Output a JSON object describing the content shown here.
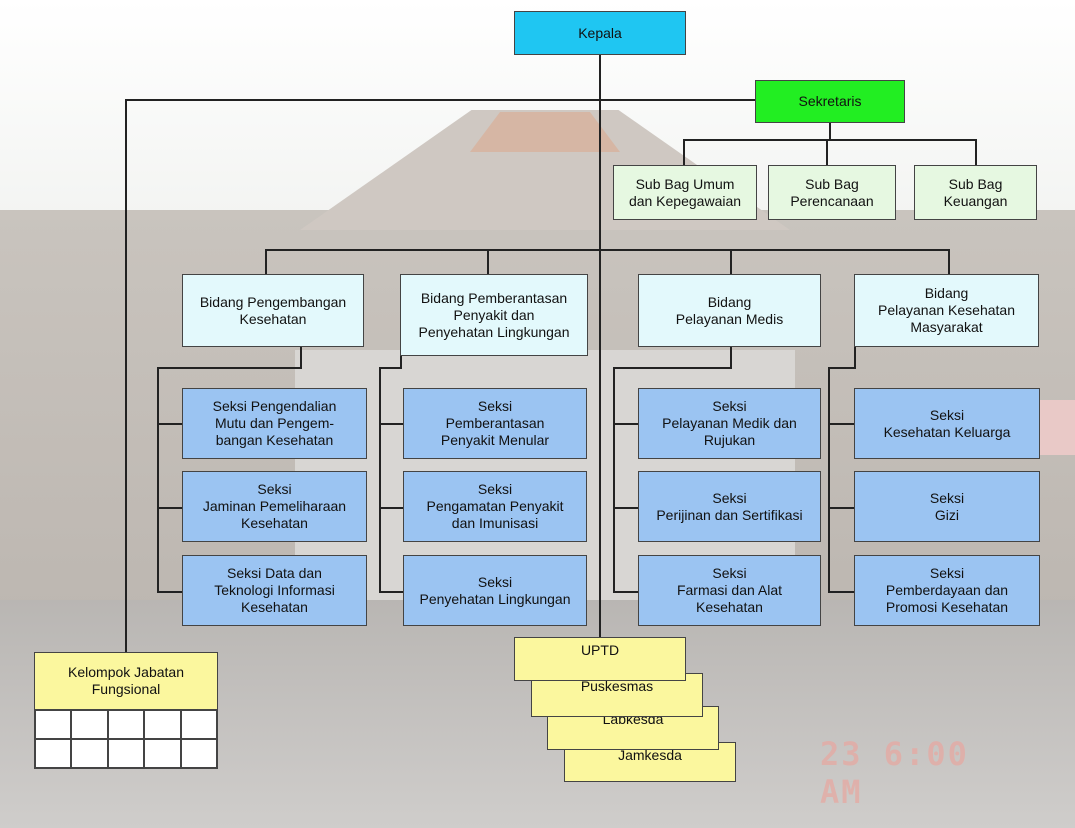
{
  "head": "Kepala",
  "secretary": {
    "label": "Sekretaris",
    "subunits": [
      "Sub Bag Umum\ndan Kepegawaian",
      "Sub Bag\nPerencanaan",
      "Sub Bag\nKeuangan"
    ]
  },
  "divisions": [
    {
      "label": "Bidang Pengembangan\nKesehatan",
      "sections": [
        "Seksi Pengendalian\nMutu dan Pengem-\nbangan Kesehatan",
        "Seksi\nJaminan Pemeliharaan\nKesehatan",
        "Seksi Data dan\nTeknologi Informasi\nKesehatan"
      ]
    },
    {
      "label": "Bidang Pemberantasan\nPenyakit dan\nPenyehatan Lingkungan",
      "sections": [
        "Seksi\nPemberantasan\nPenyakit Menular",
        "Seksi\nPengamatan Penyakit\ndan Imunisasi",
        "Seksi\nPenyehatan Lingkungan"
      ]
    },
    {
      "label": "Bidang\nPelayanan Medis",
      "sections": [
        "Seksi\nPelayanan Medik dan\nRujukan",
        "Seksi\nPerijinan dan Sertifikasi",
        "Seksi\nFarmasi dan Alat\nKesehatan"
      ]
    },
    {
      "label": "Bidang\nPelayanan Kesehatan\nMasyarakat",
      "sections": [
        "Seksi\nKesehatan Keluarga",
        "Seksi\nGizi",
        "Seksi\nPemberdayaan dan\nPromosi Kesehatan"
      ]
    }
  ],
  "functional_group": "Kelompok Jabatan\nFungsional",
  "uptd": [
    "UPTD",
    "Puskesmas",
    "Labkesda",
    "Jamkesda"
  ],
  "photo_timestamp": "23  6:00 AM",
  "colors": {
    "head": "#1fc6f2",
    "secretary": "#22ee22",
    "subunit": "#e6f8e1",
    "division": "#e3f9fc",
    "section": "#9bc4f2",
    "functional_and_uptd": "#fbf79e"
  }
}
